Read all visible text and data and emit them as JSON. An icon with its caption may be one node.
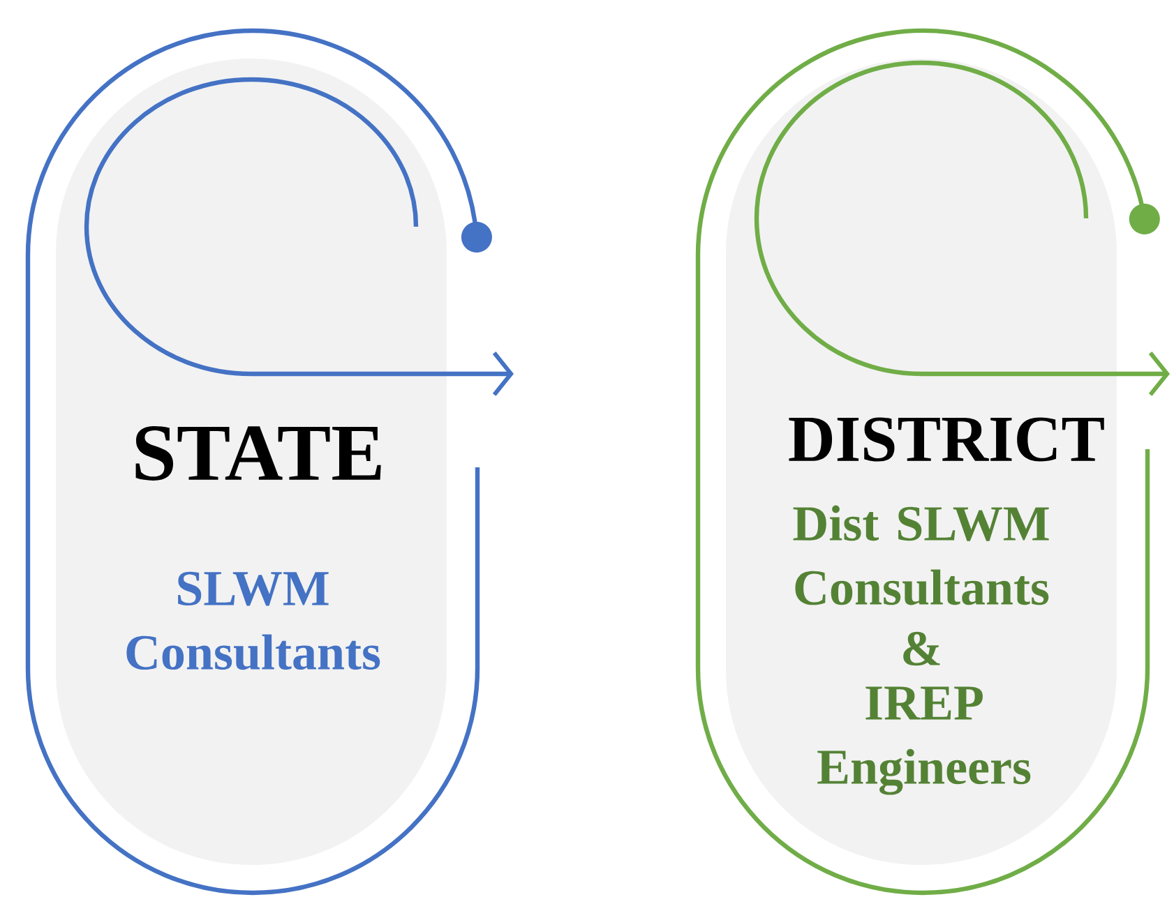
{
  "diagram": {
    "nodes": [
      {
        "text": [
          "STATE",
          "SLWM Consultants"
        ]
      },
      {
        "text": [
          "DISTRICT",
          "Dist SLWM Consultants",
          "&",
          "IREP Engineers"
        ]
      }
    ],
    "edges": [
      {
        "from": 0,
        "to": null,
        "arrow": "to",
        "color": "#4472c4"
      },
      {
        "from": 1,
        "to": null,
        "arrow": "to",
        "color": "#70ad47"
      }
    ]
  }
}
